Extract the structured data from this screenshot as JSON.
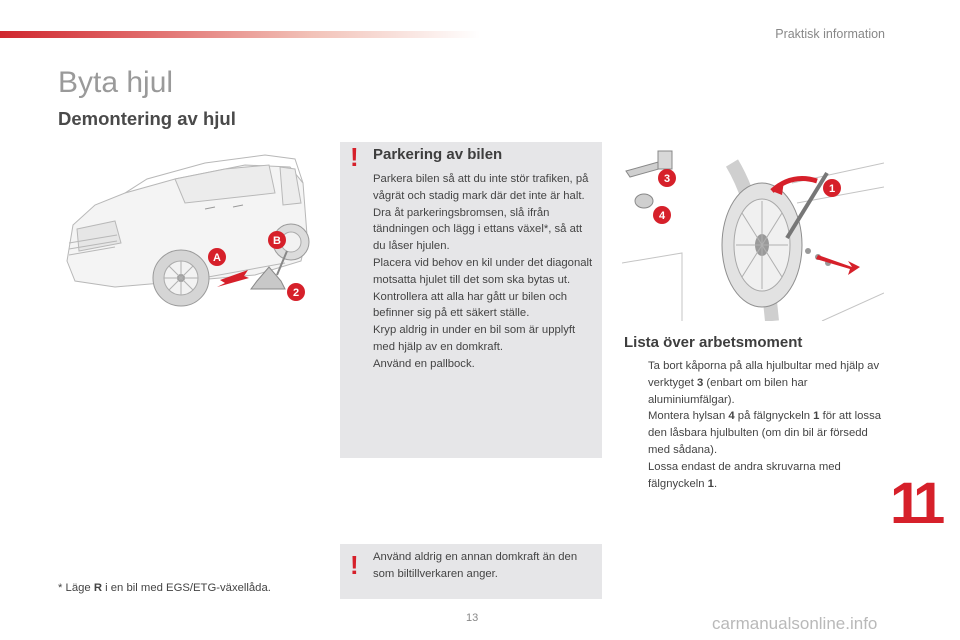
{
  "header": {
    "section": "Praktisk information"
  },
  "page": {
    "title": "Byta hjul",
    "subtitle": "Demontering av hjul",
    "chapter_number": "11",
    "page_number": "13",
    "watermark": "carmanualsonline.info"
  },
  "parking_box": {
    "heading": "Parkering av bilen",
    "text": "Parkera bilen så att du inte stör trafiken, på vågrät och stadig mark där det inte är halt.\nDra åt parkeringsbromsen, slå ifrån tändningen och lägg i ettans växel*, så att du låser hjulen.\nPlacera vid behov en kil under det diagonalt motsatta hjulet till det som ska bytas ut.\nKontrollera att alla har gått ur bilen och befinner sig på ett säkert ställe.\nKryp aldrig in under en bil som är upplyft med hjälp av en domkraft.\nAnvänd en pallbock."
  },
  "jack_box": {
    "text": "Använd aldrig en annan domkraft än den som biltillverkaren anger."
  },
  "steps": {
    "heading": "Lista över arbetsmoment",
    "bullet": "",
    "item1_a": "Ta bort kåporna på alla hjulbultar med hjälp av verktyget ",
    "item1_b": "3",
    "item1_c": " (enbart om bilen har aluminiumfälgar).",
    "item2_a": "Montera hylsan ",
    "item2_b": "4",
    "item2_c": " på fälgnyckeln ",
    "item2_d": "1",
    "item2_e": " för att lossa den låsbara hjulbulten (om din bil är försedd med sådana).",
    "item3_a": "Lossa endast de andra skruvarna med fälgnyckeln ",
    "item3_b": "1",
    "item3_c": "."
  },
  "footnote": {
    "a": "* Läge ",
    "b": "R",
    "c": " i en bil med EGS/ETG-växellåda."
  },
  "callouts": {
    "car_a": "A",
    "car_b": "B",
    "car_2": "2",
    "wheel_1": "1",
    "wheel_3": "3",
    "wheel_4": "4"
  },
  "warning_symbol": "!",
  "colors": {
    "accent": "#d6202a",
    "box_bg": "#e6e6e8",
    "title_grey": "#9a9a9a"
  }
}
